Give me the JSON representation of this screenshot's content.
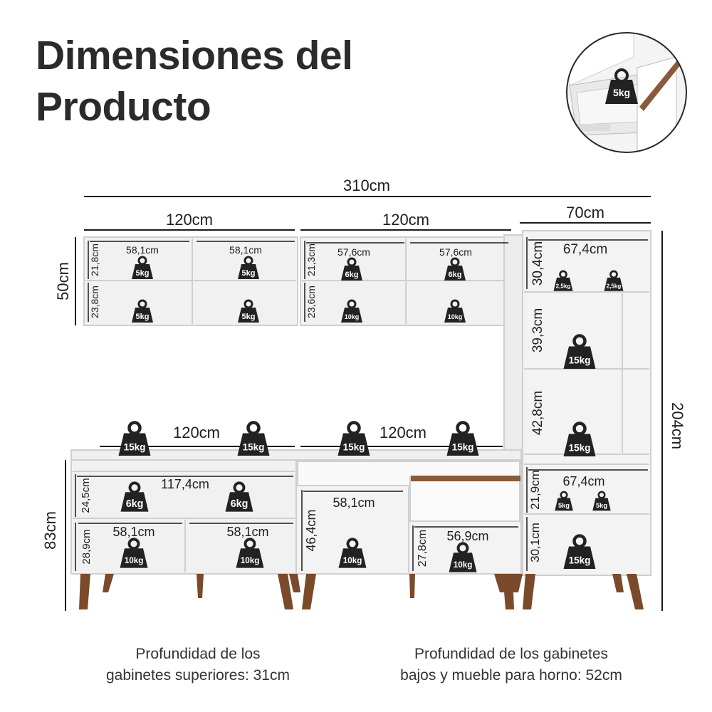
{
  "title": {
    "line1": "Dimensiones del",
    "line2": "Producto"
  },
  "inset": {
    "weight": "5kg"
  },
  "overall": {
    "width": "310cm",
    "height": "204cm"
  },
  "upper": {
    "height": "50cm",
    "left": {
      "width": "120cm",
      "row1": {
        "height": "21,8cm",
        "widths": [
          "58,1cm",
          "58,1cm"
        ],
        "weights": [
          "5kg",
          "5kg"
        ]
      },
      "row2": {
        "height": "23,8cm",
        "weights": [
          "5kg",
          "5kg"
        ]
      }
    },
    "right": {
      "width": "120cm",
      "row1": {
        "height": "21,3cm",
        "widths": [
          "57,6cm",
          "57,6cm"
        ],
        "weights": [
          "6kg",
          "6kg"
        ]
      },
      "row2": {
        "height": "23,6cm",
        "weights": [
          "10kg",
          "10kg"
        ]
      }
    }
  },
  "tower": {
    "width": "70cm",
    "top": {
      "width": "67,4cm",
      "height": "30,4cm",
      "weights": [
        "2,5kg",
        "2,5kg"
      ]
    },
    "mid1": {
      "height": "39,3cm",
      "weight": "15kg"
    },
    "mid2": {
      "height": "42,8cm",
      "weight": "15kg"
    },
    "low1": {
      "width": "67,4cm",
      "height": "21,9cm",
      "weights": [
        "5kg",
        "5kg"
      ]
    },
    "low2": {
      "height": "30,1cm",
      "weight": "15kg"
    }
  },
  "lower": {
    "height": "83cm",
    "left": {
      "width": "120cm",
      "top_weights": [
        "15kg",
        "15kg"
      ],
      "shelf": {
        "width": "117,4cm",
        "height": "24,5cm",
        "weights": [
          "6kg",
          "6kg"
        ]
      },
      "bottom": {
        "height": "28,9cm",
        "widths": [
          "58,1cm",
          "58,1cm"
        ],
        "weights": [
          "10kg",
          "10kg"
        ]
      }
    },
    "right": {
      "width": "120cm",
      "top_weights": [
        "15kg",
        "15kg"
      ],
      "left_cell": {
        "width": "58,1cm",
        "height": "46,4cm",
        "weight": "10kg"
      },
      "right_cell": {
        "width": "56,9cm",
        "height": "27,8cm",
        "weight": "10kg"
      }
    }
  },
  "notes": {
    "left": [
      "Profundidad de los",
      "gabinetes superiores: 31cm"
    ],
    "right": [
      "Profundidad de los gabinetes",
      "bajos y mueble para horno: 52cm"
    ]
  }
}
